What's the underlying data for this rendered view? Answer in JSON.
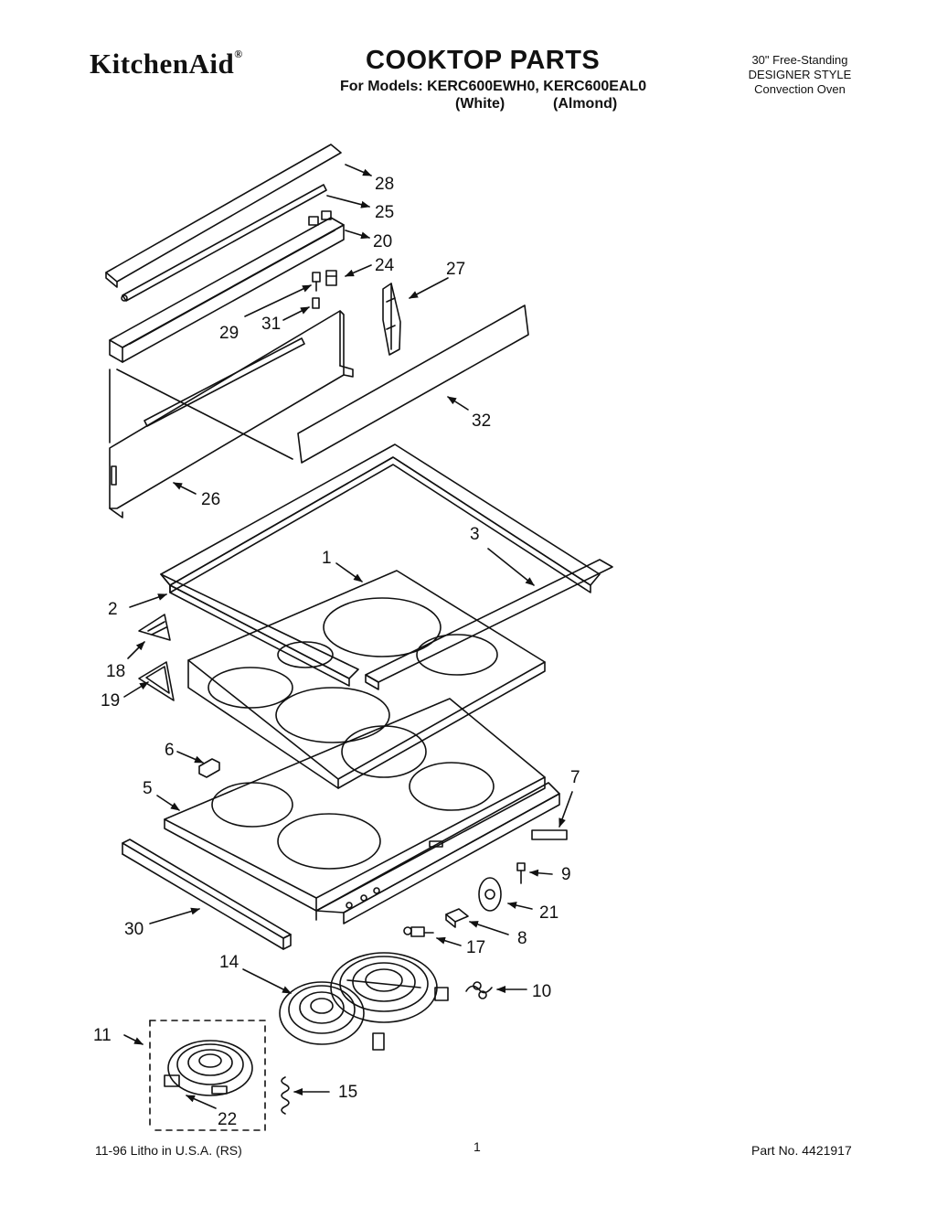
{
  "header": {
    "brand": "KitchenAid",
    "brand_mark": "®",
    "title": "COOKTOP PARTS",
    "models_line": "For Models: KERC600EWH0, KERC600EAL0",
    "color_white": "(White)",
    "color_almond": "(Almond)",
    "description": [
      "30\" Free-Standing",
      "DESIGNER STYLE",
      "Convection Oven"
    ]
  },
  "callouts": {
    "c28": "28",
    "c25": "25",
    "c20": "20",
    "c24": "24",
    "c27": "27",
    "c29": "29",
    "c31": "31",
    "c32": "32",
    "c26": "26",
    "c3": "3",
    "c1": "1",
    "c2": "2",
    "c18": "18",
    "c19": "19",
    "c6": "6",
    "c7": "7",
    "c5": "5",
    "c9": "9",
    "c21": "21",
    "c8": "8",
    "c30": "30",
    "c17": "17",
    "c14": "14",
    "c10": "10",
    "c11": "11",
    "c15": "15",
    "c22": "22"
  },
  "footer": {
    "left": "11-96 Litho in U.S.A. (RS)",
    "page_number": "1",
    "part_number": "Part No. 4421917"
  }
}
